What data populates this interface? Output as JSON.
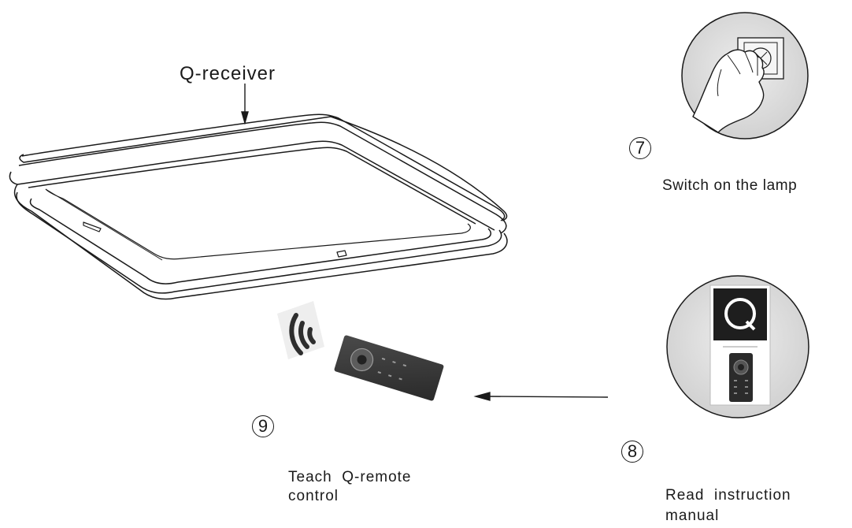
{
  "labels": {
    "receiver": "Q-receiver",
    "switch_on": "Switch on the lamp",
    "teach_line1": "Teach  Q-remote",
    "teach_line2": "control",
    "read_line1": "Read  instruction",
    "read_line2": "manual"
  },
  "steps": {
    "seven": "7",
    "eight": "8",
    "nine": "9"
  },
  "colors": {
    "line": "#1a1a1a",
    "remote_body": "#3a3a3a",
    "manual_logo_bg": "#1e1e1e"
  },
  "icons": {
    "lamp": "square-ceiling-lamp-illustration",
    "hand_switch": "hand-pressing-switch-illustration",
    "manual": "q-instruction-manual-illustration",
    "remote": "q-remote-control-illustration",
    "signal": "wireless-signal-icon"
  }
}
